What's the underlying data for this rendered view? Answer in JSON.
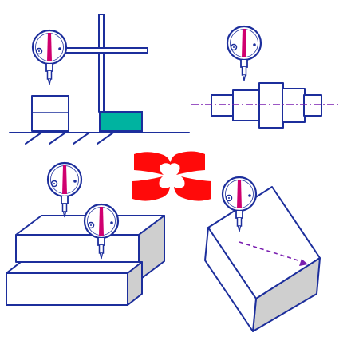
{
  "diagram": {
    "panels": [
      "dial-indicator-on-stand",
      "dial-indicator-on-shaft",
      "dial-indicators-on-stepped-blocks",
      "dial-indicator-on-tilted-block"
    ],
    "colors": {
      "outline": "#1c2e9c",
      "needle": "#d0006f",
      "gauge-block": "#00b3a0",
      "arrows": "#ff0a0a",
      "centerline": "#7a1fb0",
      "block-shade": "#cfcfcf"
    }
  }
}
